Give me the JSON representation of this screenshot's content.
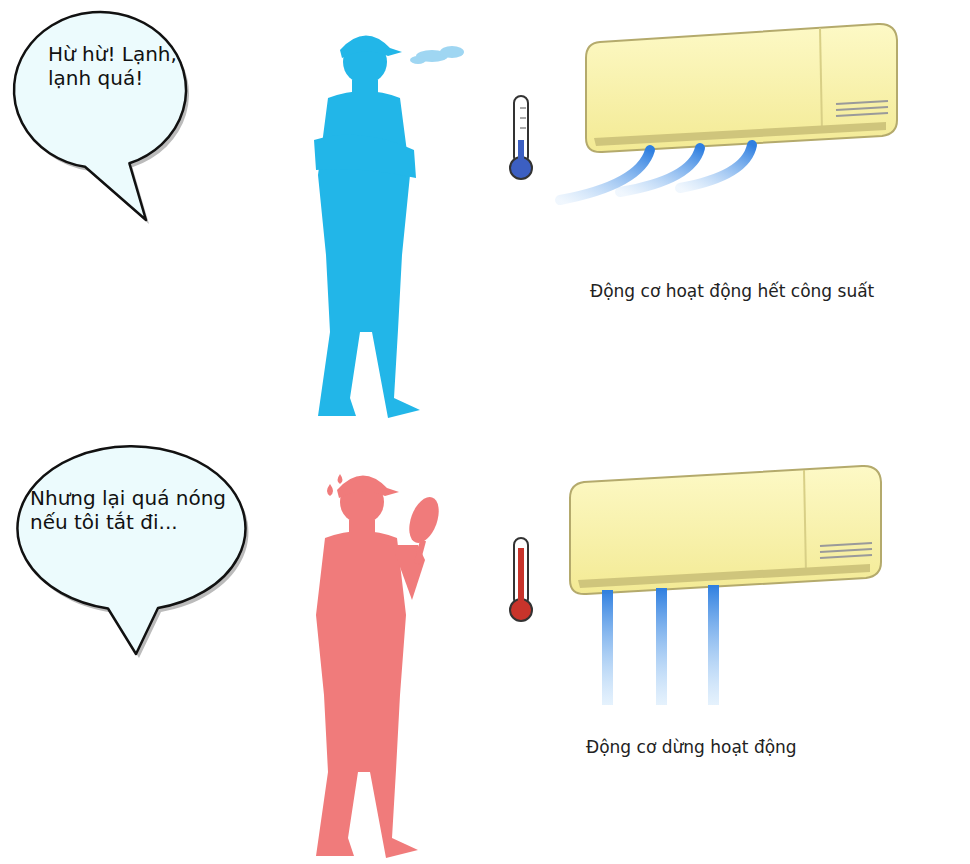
{
  "diagram": {
    "nodes": [
      {
        "text": [
          "Hừ hừ! Lạnh, lạnh quá!"
        ]
      },
      {
        "text": [
          "Nhưng lại quá nóng nếu tôi tắt đi..."
        ]
      }
    ],
    "labels": [
      "Động cơ hoạt động hết công suất",
      "Động cơ dừng hoạt động"
    ]
  }
}
